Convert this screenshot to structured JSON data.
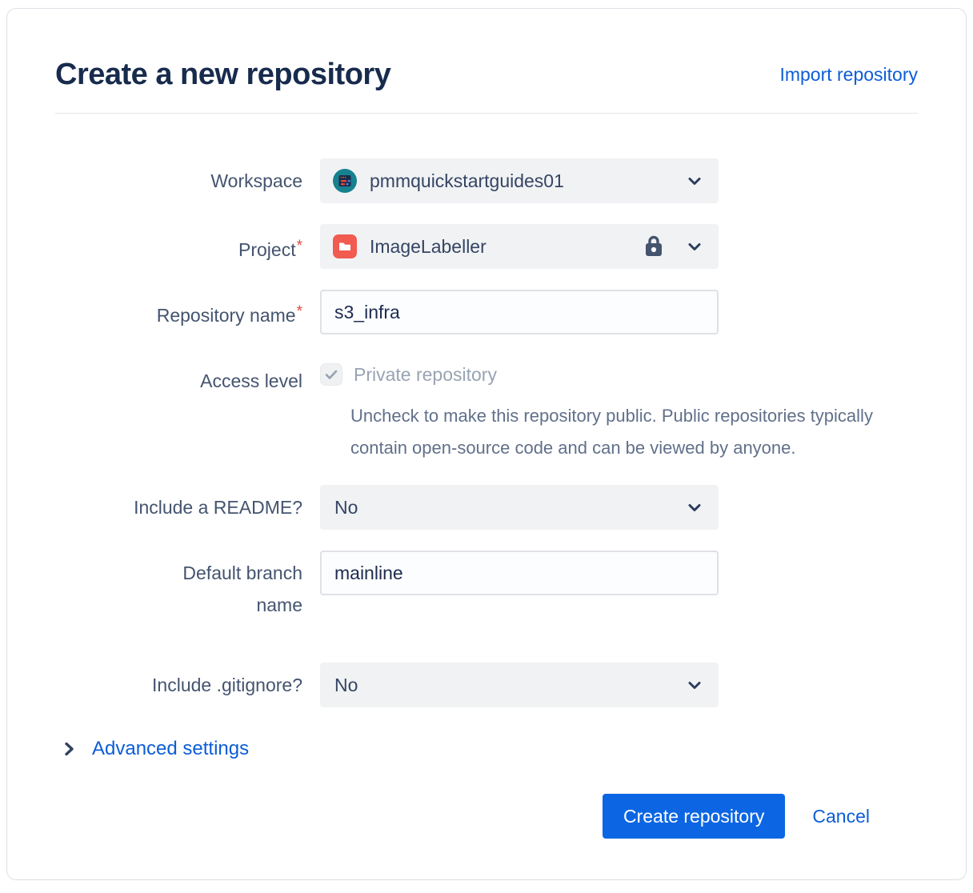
{
  "header": {
    "title": "Create a new repository",
    "import_link": "Import repository"
  },
  "form": {
    "workspace": {
      "label": "Workspace",
      "value": "pmmquickstartguides01"
    },
    "project": {
      "label": "Project",
      "required_mark": "*",
      "value": "ImageLabeller"
    },
    "repository_name": {
      "label": "Repository name",
      "required_mark": "*",
      "value": "s3_infra"
    },
    "access_level": {
      "label": "Access level",
      "checkbox_label": "Private repository",
      "checked": true,
      "help_text": "Uncheck to make this repository public. Public repositories typically contain open-source code and can be viewed by anyone."
    },
    "include_readme": {
      "label": "Include a README?",
      "value": "No"
    },
    "default_branch": {
      "label": "Default branch name",
      "value": "mainline"
    },
    "include_gitignore": {
      "label": "Include .gitignore?",
      "value": "No"
    },
    "advanced_settings_label": "Advanced settings"
  },
  "actions": {
    "create_label": "Create repository",
    "cancel_label": "Cancel"
  },
  "icons": {
    "workspace_avatar": "workspace-avatar",
    "project_folder": "folder",
    "lock": "lock",
    "chevron_down": "chevron-down",
    "chevron_right": "chevron-right",
    "checkmark": "check"
  },
  "colors": {
    "accent_blue": "#0C66E4",
    "link_blue": "#0C5DD6",
    "project_red": "#F15B50",
    "workspace_teal": "#17828F",
    "required_red": "#E2483D",
    "title_navy": "#172B4D",
    "label_slate": "#44546F",
    "field_grey": "#F1F2F4"
  }
}
